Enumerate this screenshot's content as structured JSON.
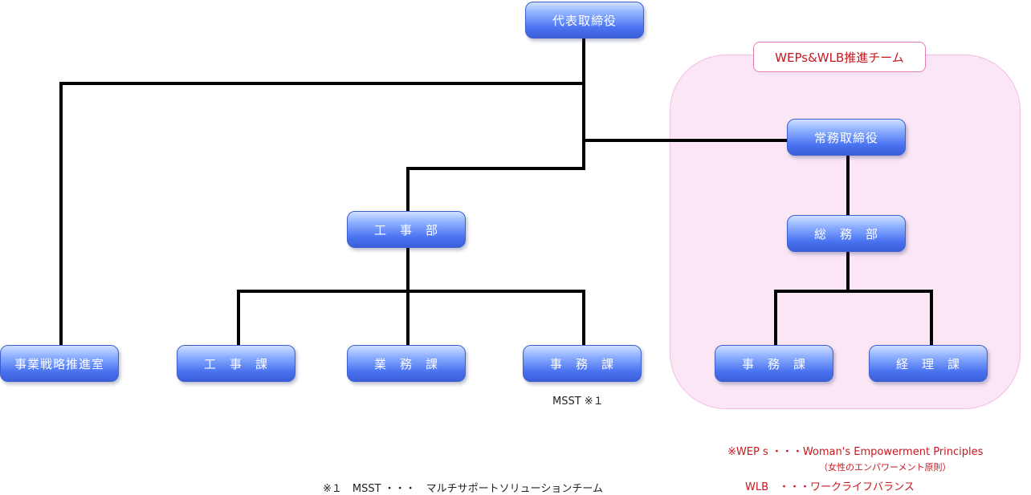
{
  "team": {
    "label": "WEPs&WLB推進チーム"
  },
  "nodes": {
    "ceo": "代表取締役",
    "managing_director": "常務取締役",
    "construction_dept": "工　事　部",
    "general_affairs_dept": "総　務　部",
    "strategy_office": "事業戦略推進室",
    "construction_section": "工　事　課",
    "business_section": "業　務　課",
    "admin_section_left": "事　務　課",
    "admin_section_right": "事　務　課",
    "accounting_section": "経　理　課"
  },
  "notes": {
    "msst_tag": "MSST ※１",
    "weps_def": "※WEP s ・・・Woman's Empowerment Principles",
    "weps_sub": "（女性のエンパワーメント原則）",
    "wlb_def": "WLB　・・・ワークライフバランス",
    "msst_def": "※１　MSST ・・・　マルチサポートソリューションチーム"
  },
  "colors": {
    "line": "#000000",
    "team_fill": "#fbe6f5",
    "note_red": "#c8171e",
    "node_blue": "#4a73f0"
  }
}
